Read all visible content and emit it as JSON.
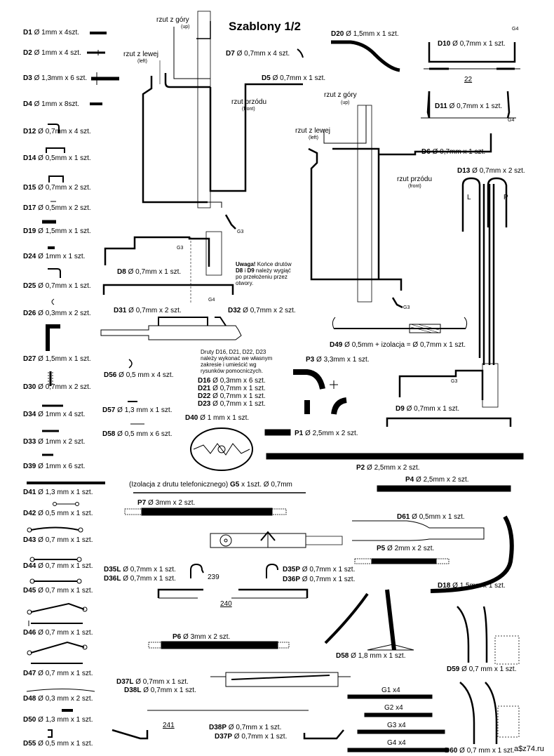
{
  "title": "Szablony 1/2",
  "views": {
    "top_view": "rzut z góry",
    "top_view_en": "(up)",
    "left_view": "rzut z lewej",
    "left_view_en": "(left)",
    "front_view": "rzut przódu",
    "front_view_en": "(front)",
    "g3": "G3",
    "g4": "G4",
    "l": "L",
    "p": "P",
    "dim_22": "22",
    "dim_239": "239",
    "dim_240": "240",
    "dim_241": "241"
  },
  "parts_left": [
    {
      "id": "D1",
      "spec": "Ø 1mm x 4szt."
    },
    {
      "id": "D2",
      "spec": "Ø 1mm x 4 szt."
    },
    {
      "id": "D3",
      "spec": "Ø 1,3mm x 6 szt."
    },
    {
      "id": "D4",
      "spec": "Ø 1mm x 8szt."
    },
    {
      "id": "D12",
      "spec": "Ø 0,7mm x 4 szt."
    },
    {
      "id": "D14",
      "spec": "Ø 0,5mm x 1 szt."
    },
    {
      "id": "D15",
      "spec": "Ø 0,7mm x 2 szt."
    },
    {
      "id": "D17",
      "spec": "Ø 0,5mm x 2 szt."
    },
    {
      "id": "D19",
      "spec": "Ø 1,5mm x 1 szt."
    },
    {
      "id": "D24",
      "spec": "Ø 1mm x 1 szt."
    },
    {
      "id": "D25",
      "spec": "Ø 0,7mm x 1 szt."
    },
    {
      "id": "D26",
      "spec": "Ø 0,3mm x 2 szt."
    },
    {
      "id": "D27",
      "spec": "Ø 1,5mm x 1 szt."
    },
    {
      "id": "D30",
      "spec": "Ø 0,7mm x 2 szt."
    },
    {
      "id": "D34",
      "spec": "Ø 1mm x 4 szt."
    },
    {
      "id": "D33",
      "spec": "Ø 1mm x 2 szt."
    },
    {
      "id": "D39",
      "spec": "Ø 1mm x 6 szt."
    },
    {
      "id": "D41",
      "spec": "Ø 1,3 mm x 1 szt."
    },
    {
      "id": "D42",
      "spec": "Ø 0,5 mm x 1 szt."
    },
    {
      "id": "D43",
      "spec": "Ø 0,7 mm x 1 szt."
    },
    {
      "id": "D44",
      "spec": "Ø 0,7 mm x 1 szt."
    },
    {
      "id": "D45",
      "spec": "Ø 0,7 mm x 1 szt."
    },
    {
      "id": "D46",
      "spec": "Ø 0,7 mm x 1 szt."
    },
    {
      "id": "D47",
      "spec": "Ø 0,7 mm x 1 szt."
    },
    {
      "id": "D48",
      "spec": "Ø 0,3 mm x 2 szt."
    },
    {
      "id": "D50",
      "spec": "Ø 1,3 mm x 1 szt."
    },
    {
      "id": "D55",
      "spec": "Ø 0,5 mm x 1 szt."
    }
  ],
  "parts_other": {
    "D7": {
      "id": "D7",
      "spec": "Ø 0,7mm x 4 szt."
    },
    "D5": {
      "id": "D5",
      "spec": "Ø 0,7mm x 1 szt."
    },
    "D20": {
      "id": "D20",
      "spec": "Ø 1,5mm x 1 szt."
    },
    "D10": {
      "id": "D10",
      "spec": "Ø 0,7mm x 1 szt."
    },
    "D11": {
      "id": "D11",
      "spec": "Ø 0,7mm x 1 szt."
    },
    "D6": {
      "id": "D6",
      "spec": "Ø 0,7mm x 1 szt."
    },
    "D13": {
      "id": "D13",
      "spec": "Ø 0,7mm x 2 szt."
    },
    "D8": {
      "id": "D8",
      "spec": "Ø 0,7mm x 1 szt."
    },
    "D31": {
      "id": "D31",
      "spec": "Ø 0,7mm x 2 szt."
    },
    "D32": {
      "id": "D32",
      "spec": "Ø 0,7mm x 2 szt."
    },
    "D49": {
      "id": "D49",
      "spec": "Ø 0,5mm + izolacja = Ø 0,7mm  x 1 szt."
    },
    "D56": {
      "id": "D56",
      "spec": "Ø 0,5 mm x 4 szt."
    },
    "D57": {
      "id": "D57",
      "spec": "Ø 1,3 mm x 1 szt."
    },
    "D58a": {
      "id": "D58",
      "spec": "Ø 0,5 mm x 6 szt."
    },
    "D16": {
      "id": "D16",
      "spec": "Ø 0,3mm x 6 szt."
    },
    "D21": {
      "id": "D21",
      "spec": "Ø 0,7mm x 1 szt."
    },
    "D22": {
      "id": "D22",
      "spec": "Ø 0,7mm x 1 szt."
    },
    "D23": {
      "id": "D23",
      "spec": "Ø 0,7mm x 1 szt."
    },
    "D40": {
      "id": "D40",
      "spec": "Ø 1 mm x 1 szt."
    },
    "P3": {
      "id": "P3",
      "spec": "Ø 3,3mm x 1 szt."
    },
    "D9": {
      "id": "D9",
      "spec": "Ø 0,7mm x 1 szt."
    },
    "P1": {
      "id": "P1",
      "spec": "Ø 2,5mm x 2 szt."
    },
    "P2": {
      "id": "P2",
      "spec": "Ø 2,5mm x 2 szt."
    },
    "P4": {
      "id": "P4",
      "spec": "Ø 2,5mm x 2 szt."
    },
    "G5": {
      "pre": "(Izolacja z drutu telefonicznego)",
      "id": "G5",
      "spec": "x 1szt. Ø 0,7mm"
    },
    "P7": {
      "id": "P7",
      "spec": "Ø 3mm x 2 szt."
    },
    "D61": {
      "id": "D61",
      "spec": "Ø 0,5mm x 1 szt."
    },
    "P5": {
      "id": "P5",
      "spec": "Ø 2mm x 2 szt."
    },
    "D18": {
      "id": "D18",
      "spec": "Ø 1,5mm x 1 szt."
    },
    "D35L": {
      "id": "D35L",
      "spec": "Ø 0,7mm x 1 szt."
    },
    "D36L": {
      "id": "D36L",
      "spec": "Ø 0,7mm x 1 szt."
    },
    "D35P": {
      "id": "D35P",
      "spec": "Ø 0,7mm x 1 szt."
    },
    "D36P": {
      "id": "D36P",
      "spec": "Ø 0,7mm x 1 szt."
    },
    "P6": {
      "id": "P6",
      "spec": "Ø 3mm x 2 szt."
    },
    "D58b": {
      "id": "D58",
      "spec": "Ø 1,8 mm x 1 szt."
    },
    "D59": {
      "id": "D59",
      "spec": "Ø 0,7 mm x 1 szt."
    },
    "D37L": {
      "id": "D37L",
      "spec": "Ø 0,7mm x 1 szt."
    },
    "D38L": {
      "id": "D38L",
      "spec": "Ø 0,7mm x 1 szt."
    },
    "D38P": {
      "id": "D38P",
      "spec": "Ø 0,7mm x 1 szt."
    },
    "D37P": {
      "id": "D37P",
      "spec": "Ø 0,7mm x 1 szt."
    },
    "D60": {
      "id": "D60",
      "spec": "Ø 0,7 mm x 1 szt."
    }
  },
  "g_rods": [
    "G1 x4",
    "G2 x4",
    "G3 x4",
    "G4 x4"
  ],
  "note_uwaga": {
    "bold": "Uwaga!",
    "l1": "Końce drutów",
    "l2_bold": "D8",
    "l2_mid": " i ",
    "l2_bold2": "D9",
    "l2_end": " należy wygiąć",
    "l3": "po przełożeniu przez",
    "l4": "otwory."
  },
  "note_druty": "Druty D16, D21, D22, D23\nnależy wykonać we własnym\nzakresie i umieścić wg\nrysunków pomocniczych.",
  "watermark": "a$z74.ru"
}
